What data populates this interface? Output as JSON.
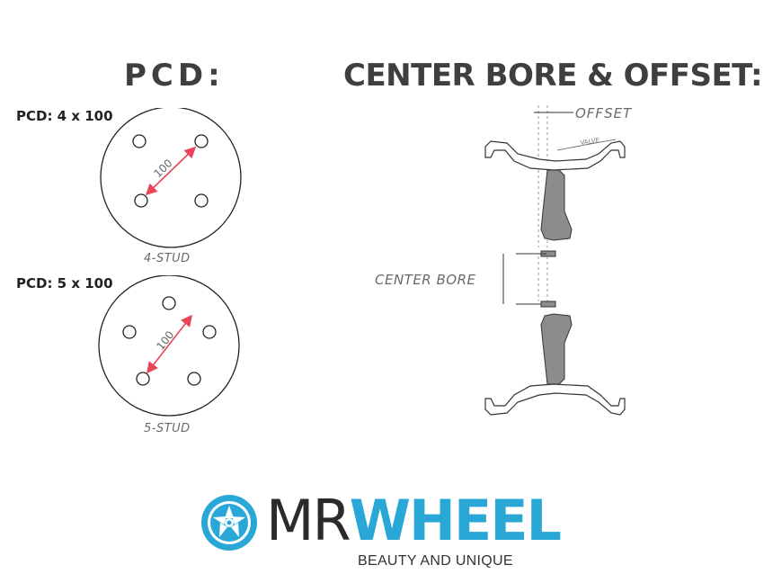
{
  "pcd": {
    "title": "PCD:",
    "four": {
      "label": "PCD: 4 x 100",
      "caption": "4-STUD",
      "diameter": "100"
    },
    "five": {
      "label": "PCD: 5 x 100",
      "caption": "5-STUD",
      "diameter": "100"
    }
  },
  "center_bore": {
    "title": "CENTER BORE & OFFSET:",
    "offset_label": "OFFSET",
    "bore_label": "CENTER BORE"
  },
  "logo": {
    "mr": "MR",
    "wheel": "WHEEL",
    "tagline": "BEAUTY AND UNIQUE",
    "icon": "wheel-rim-icon"
  },
  "colors": {
    "accent": "#29a8d8",
    "arrow": "#e8445a",
    "section": "#8c8c8c",
    "text": "#3f3f3f"
  }
}
